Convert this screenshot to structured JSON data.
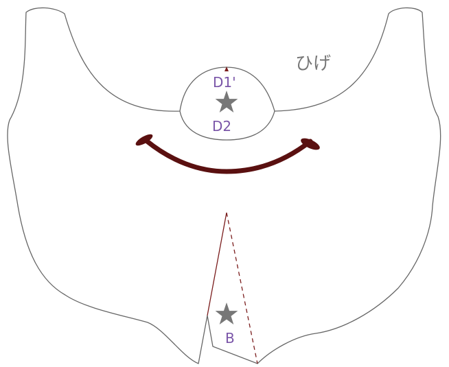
{
  "labels": {
    "part_name": "ひげ",
    "mark_d1": "D1'",
    "mark_d2": "D2",
    "mark_b": "B"
  },
  "colors": {
    "outline": "#666666",
    "mouth": "#5a1010",
    "star": "#777777",
    "label": "#7a55a8",
    "title": "#777777",
    "dart": "#7a1c1c"
  },
  "icons": [
    "star-icon",
    "arrow-up-icon"
  ]
}
